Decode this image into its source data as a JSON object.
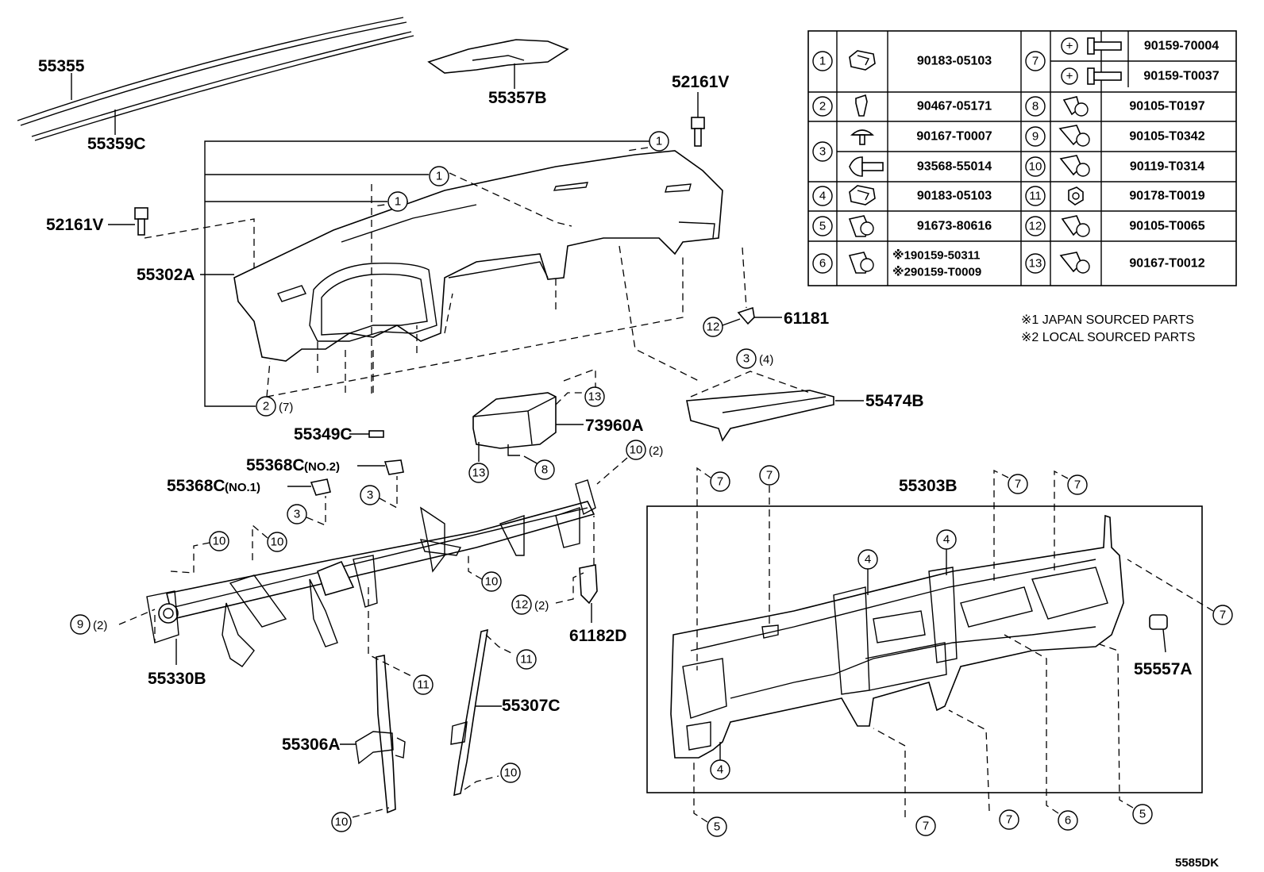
{
  "parts": {
    "p55355": "55355",
    "p55359c": "55359C",
    "p55357b": "55357B",
    "p52161v_top": "52161V",
    "p52161v_left": "52161V",
    "p55302a": "55302A",
    "p61181": "61181",
    "p55474b": "55474B",
    "p55349c": "55349C",
    "p73960a": "73960A",
    "p55368c_no2": "55368C",
    "p55368c_no2_suffix": "(NO.2)",
    "p55368c_no1": "55368C",
    "p55368c_no1_suffix": "(NO.1)",
    "p55303b": "55303B",
    "p55557a": "55557A",
    "p61182d": "61182D",
    "p55330b": "55330B",
    "p55307c": "55307C",
    "p55306a": "55306A"
  },
  "callouts": {
    "c1a": "1",
    "c1b": "1",
    "c1c": "1",
    "c2": "2",
    "c2_qty": "(7)",
    "c12_top": "12",
    "c3_top": "3",
    "c3_top_qty": "(4)",
    "c13_top": "13",
    "c13_bot": "13",
    "c8": "8",
    "c10_top": "10",
    "c10_top_qty": "(2)",
    "c3_mid": "3",
    "c3_left": "3",
    "c10_a": "10",
    "c10_b": "10",
    "c10_c": "10",
    "c12_mid": "12",
    "c12_mid_qty": "(2)",
    "c9": "9",
    "c9_qty": "(2)",
    "c11_a": "11",
    "c11_b": "11",
    "c10_d": "10",
    "c10_e": "10",
    "c7_a": "7",
    "c7_b": "7",
    "c7_c": "7",
    "c7_d": "7",
    "c7_e": "7",
    "c7_f": "7",
    "c7_g": "7",
    "c4_a": "4",
    "c4_b": "4",
    "c4_c": "4",
    "c5_a": "5",
    "c5_b": "5",
    "c6": "6"
  },
  "fastener_table": {
    "rows": [
      {
        "key": "1",
        "part": "90183-05103"
      },
      {
        "key": "2",
        "part": "90467-05171"
      },
      {
        "key": "3",
        "part_a": "90167-T0007",
        "part_b": "93568-55014"
      },
      {
        "key": "4",
        "part": "90183-05103"
      },
      {
        "key": "5",
        "part": "91673-80616"
      },
      {
        "key": "6",
        "part_a": "※190159-50311",
        "part_b": "※290159-T0009"
      },
      {
        "key": "7",
        "part_a": "90159-70004",
        "part_b": "90159-T0037"
      },
      {
        "key": "8",
        "part": "90105-T0197"
      },
      {
        "key": "9",
        "part": "90105-T0342"
      },
      {
        "key": "10",
        "part": "90119-T0314"
      },
      {
        "key": "11",
        "part": "90178-T0019"
      },
      {
        "key": "12",
        "part": "90105-T0065"
      },
      {
        "key": "13",
        "part": "90167-T0012"
      }
    ]
  },
  "notes": {
    "n1": "※1  JAPAN SOURCED PARTS",
    "n2": "※2  LOCAL SOURCED PARTS"
  },
  "diagram_code": "5585DK"
}
